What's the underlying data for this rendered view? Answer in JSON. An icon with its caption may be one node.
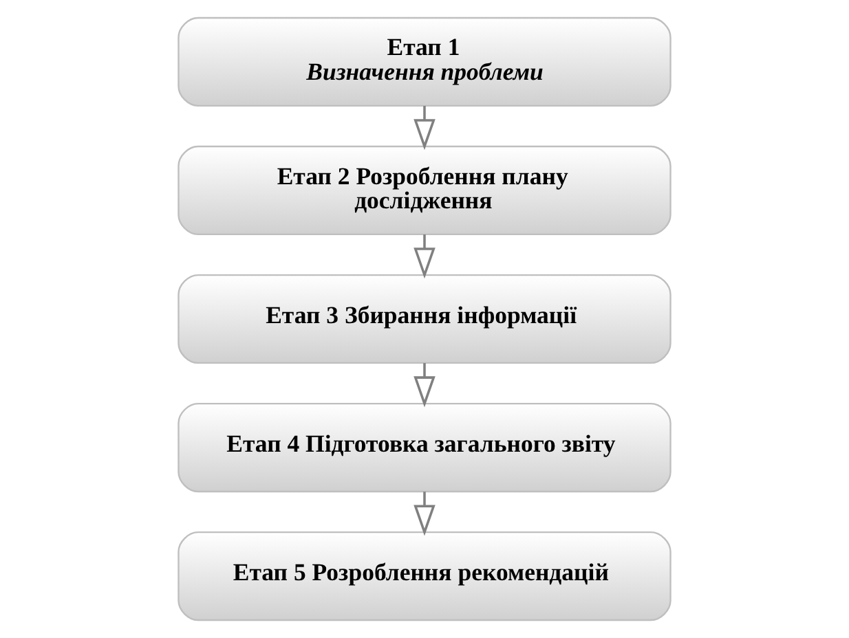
{
  "diagram": {
    "nodes": [
      {
        "text": [
          "Етап 1",
          "Визначення проблеми"
        ]
      },
      {
        "text": [
          "Етап 2 Розроблення плану дослідження"
        ]
      },
      {
        "text": [
          "Етап 3 Збирання інформації"
        ]
      },
      {
        "text": [
          "Етап 4 Підготовка загального звіту"
        ]
      },
      {
        "text": [
          "Етап 5 Розроблення рекомендацій"
        ]
      }
    ],
    "edges": [
      {
        "from": 0,
        "to": 1,
        "arrow": "to"
      },
      {
        "from": 1,
        "to": 2,
        "arrow": "to"
      },
      {
        "from": 2,
        "to": 3,
        "arrow": "to"
      },
      {
        "from": 3,
        "to": 4,
        "arrow": "to"
      }
    ]
  }
}
